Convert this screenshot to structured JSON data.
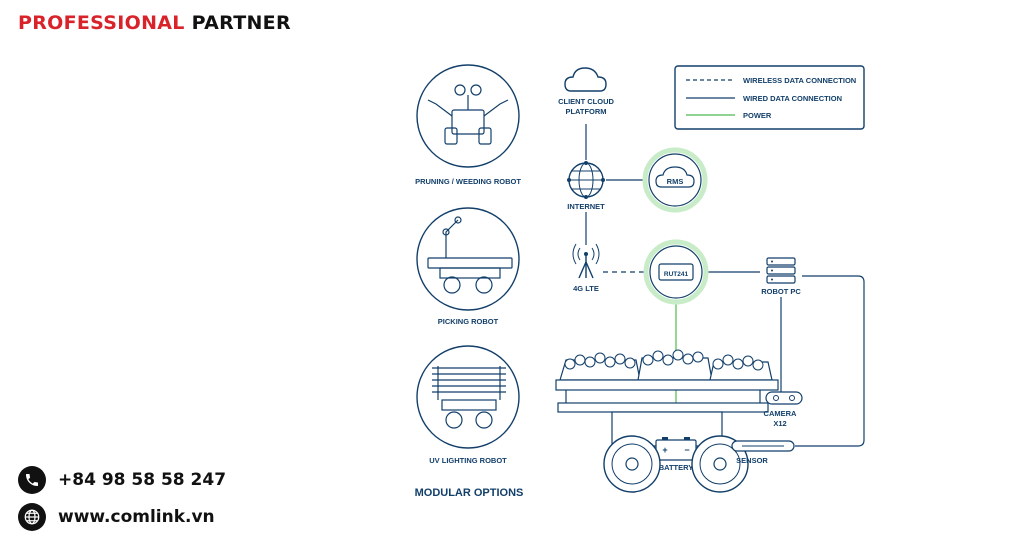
{
  "brand": {
    "word1": "PROFESSIONAL",
    "word2": "PARTNER"
  },
  "contact": {
    "phone": "+84 98 58 58 247",
    "website": "www.comlink.vn"
  },
  "diagram": {
    "legend": {
      "wireless": "WIRELESS DATA CONNECTION",
      "wired": "WIRED DATA CONNECTION",
      "power": "POWER"
    },
    "modules": {
      "pruning": "PRUNING / WEEDING ROBOT",
      "picking": "PICKING ROBOT",
      "uv": "UV LIGHTING ROBOT",
      "title": "MODULAR OPTIONS"
    },
    "nodes": {
      "cloud_line1": "CLIENT CLOUD",
      "cloud_line2": "PLATFORM",
      "internet": "INTERNET",
      "rms": "RMS",
      "lte": "4G LTE",
      "router": "RUT241",
      "robot_pc": "ROBOT PC",
      "camera_line1": "CAMERA",
      "camera_line2": "X12",
      "sensor": "SENSOR",
      "battery": "BATTERY",
      "battery_plus": "+",
      "battery_minus": "−"
    },
    "colors": {
      "navy": "#123f6a",
      "green": "#6cc46a",
      "brand_red": "#d9232a"
    }
  }
}
